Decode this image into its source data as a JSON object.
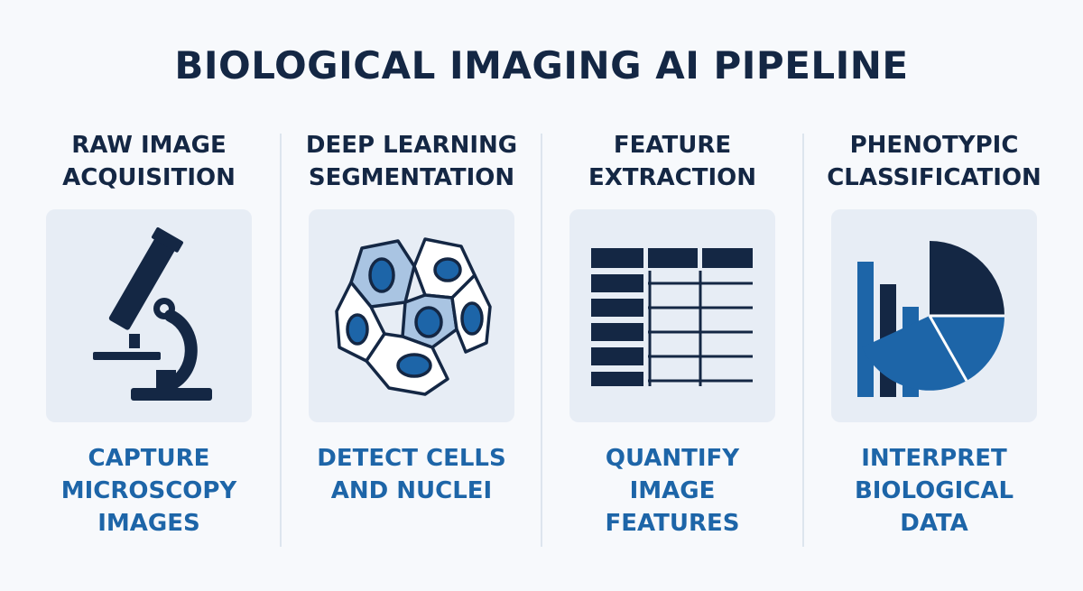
{
  "title": "BIOLOGICAL IMAGING AI PIPELINE",
  "colors": {
    "navy": "#142744",
    "blue": "#1d65a8",
    "card": "#e7edf5",
    "background": "#f7f9fc"
  },
  "stages": [
    {
      "heading": [
        "RAW IMAGE",
        "ACQUISITION"
      ],
      "icon": "microscope-icon",
      "caption": [
        "CAPTURE",
        "MICROSCOPY",
        "IMAGES"
      ]
    },
    {
      "heading": [
        "DEEP LEARNING",
        "SEGMENTATION"
      ],
      "icon": "cell-segmentation-icon",
      "caption": [
        "DETECT CELLS",
        "AND NUCLEI"
      ]
    },
    {
      "heading": [
        "FEATURE",
        "EXTRACTION"
      ],
      "icon": "data-table-icon",
      "caption": [
        "QUANTIFY",
        "IMAGE",
        "FEATURES"
      ]
    },
    {
      "heading": [
        "PHENOTYPIC",
        "CLASSIFICATION"
      ],
      "icon": "chart-icon",
      "caption": [
        "INTERPRET",
        "BIOLOGICAL",
        "DATA"
      ]
    }
  ]
}
